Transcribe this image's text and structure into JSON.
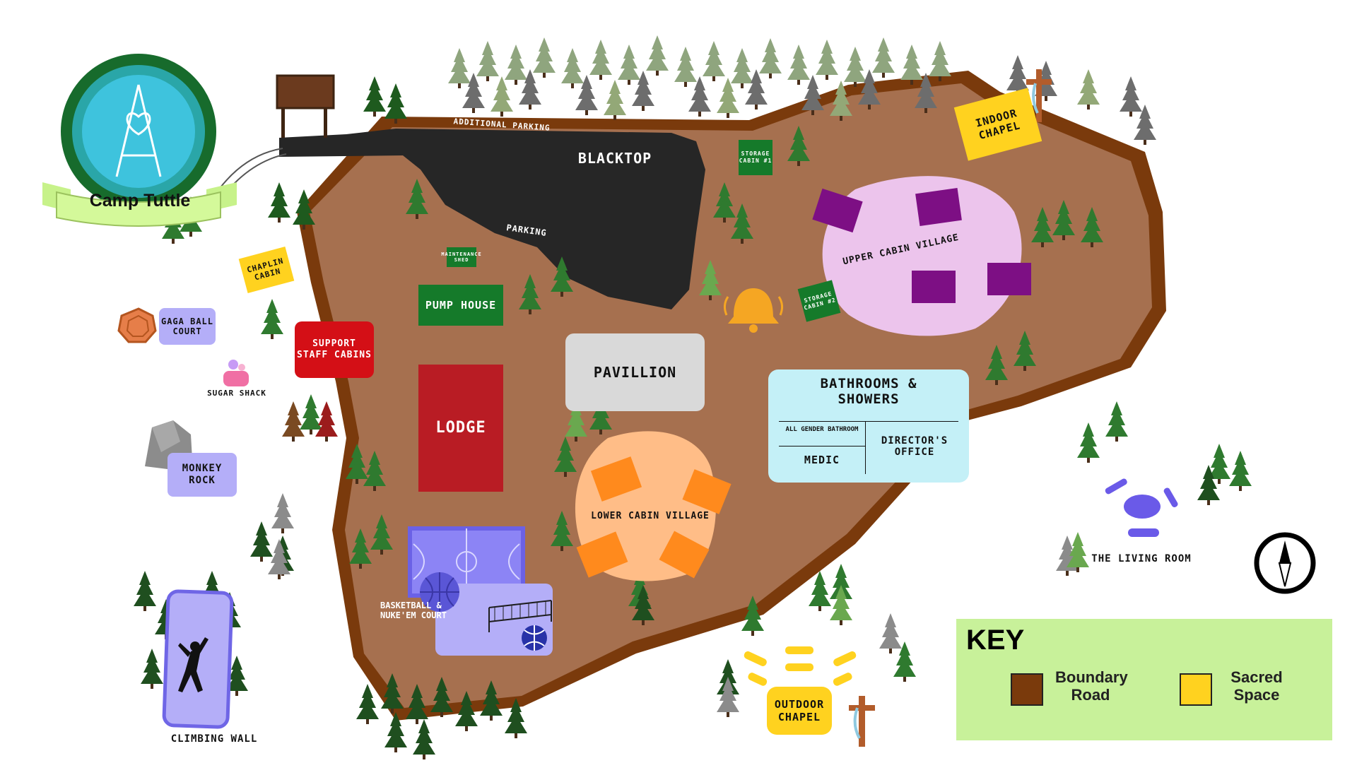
{
  "camp_name": "Camp Tuttle",
  "labels": {
    "additional_parking": "ADDITIONAL PARKING",
    "blacktop": "BLACKTOP",
    "parking": "PARKING",
    "indoor_chapel": "INDOOR CHAPEL",
    "storage_cabin_1": "STORAGE CABIN #1",
    "storage_cabin_2": "STORAGE CABIN #2",
    "upper_cabin_village": "UPPER CABIN VILLAGE",
    "chaplin_cabin": "CHAPLIN CABIN",
    "maintenance_shed": "MAINTENANCE SHED",
    "pump_house": "PUMP HOUSE",
    "gaga_ball_court": "GAGA BALL COURT",
    "support_staff_cabins": "SUPPORT STAFF CABINS",
    "sugar_shack": "SUGAR SHACK",
    "pavillion": "PAVILLION",
    "lodge": "LODGE",
    "bathrooms_showers": "BATHROOMS & SHOWERS",
    "all_gender_bathroom": "ALL GENDER BATHROOM",
    "directors_office": "DIRECTOR'S OFFICE",
    "medic": "MEDIC",
    "monkey_rock": "MONKEY ROCK",
    "lower_cabin_village": "LOWER CABIN VILLAGE",
    "the_living_room": "THE LIVING ROOM",
    "basketball_court": "BASKETBALL & NUKE'EM COURT",
    "climbing_wall": "CLIMBING WALL",
    "outdoor_chapel": "OUTDOOR CHAPEL"
  },
  "key": {
    "title": "KEY",
    "items": [
      {
        "label": "Boundary Road",
        "color": "#7a3a0c"
      },
      {
        "label": "Sacred Space",
        "color": "#ffd21f"
      }
    ]
  },
  "colors": {
    "ground": "#a6704f",
    "road": "#7a3a0c",
    "blacktop": "#262626",
    "sacred": "#ffd21f",
    "cabin": "#7d0f84",
    "upper_village": "#ecc4ec",
    "lower_village": "#ffbd87",
    "lower_cabin": "#ff8a1d",
    "lodge": "#b91c24",
    "green_building": "#157a2a",
    "pavillion": "#d9d9d9",
    "bathrooms": "#c4f0f7",
    "activity": "#b4aef8",
    "key_bg": "#c8f19a"
  },
  "icons": [
    "camp-logo-icon",
    "bell-icon",
    "compass-icon",
    "cross-icon",
    "basketball-icon",
    "volleyball-icon",
    "rock-icon",
    "climber-icon",
    "candy-icon",
    "gaga-pit-icon",
    "campfire-seats-icon",
    "signpost-icon"
  ]
}
